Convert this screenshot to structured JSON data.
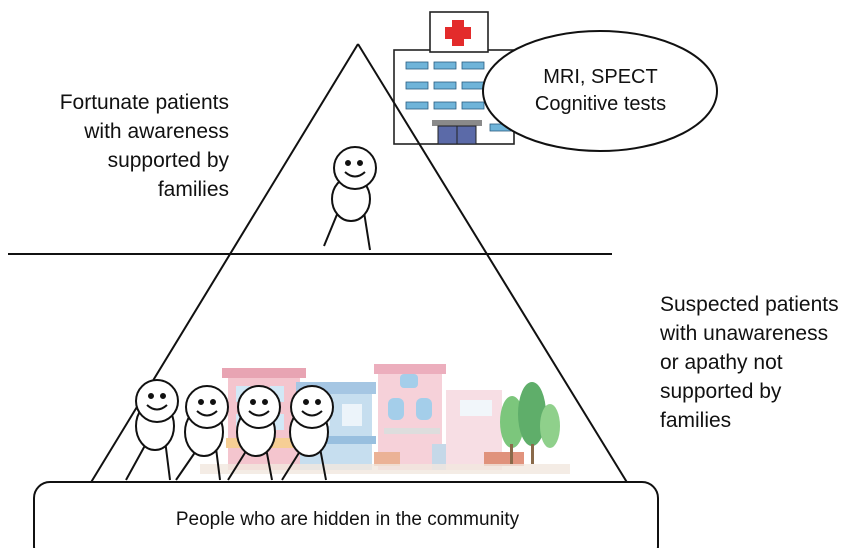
{
  "labels": {
    "top_group": [
      "Fortunate patients",
      "with awareness",
      "supported by",
      "families"
    ],
    "bottom_group": [
      "Suspected patients",
      "with unawareness",
      "or  apathy not",
      "supported by",
      "families"
    ],
    "tests": [
      "MRI, SPECT",
      "Cognitive tests"
    ],
    "base": "People who are hidden in the community"
  },
  "icons": [
    "hospital-icon",
    "red-cross-icon",
    "stick-figure-icon",
    "town-buildings-icon",
    "tree-icon"
  ],
  "colors": {
    "line": "#111111",
    "cross": "#e32b2b",
    "hospital_window": "#6fb4d9",
    "town_pink": "#e9a3b3",
    "town_blue": "#9cc7e6",
    "tree_green": "#6cb86c"
  }
}
